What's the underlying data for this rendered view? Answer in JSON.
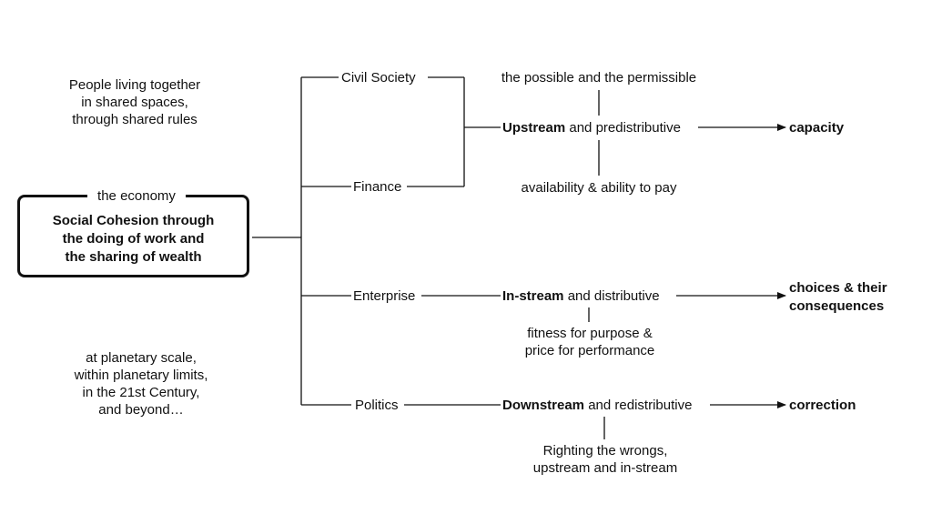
{
  "context": {
    "top": [
      "People living together",
      "in shared spaces,",
      "through shared rules"
    ],
    "bottom": [
      "at planetary scale,",
      "within planetary limits,",
      "in the 21st Century,",
      "and beyond…"
    ]
  },
  "economy_box": {
    "label": "the economy",
    "lines": [
      "Social Cohesion through",
      "the doing of work and",
      "the sharing of wealth"
    ]
  },
  "branches": {
    "civil_society": "Civil Society",
    "finance": "Finance",
    "enterprise": "Enterprise",
    "politics": "Politics"
  },
  "streams": {
    "upstream": {
      "bold": "Upstream",
      "rest": "and predistributive",
      "above": "the possible and the permissible",
      "below": "availability & ability to pay",
      "outcome": "capacity"
    },
    "instream": {
      "bold": "In-stream",
      "rest": "and distributive",
      "below": [
        "fitness for purpose &",
        "price for performance"
      ],
      "outcome": [
        "choices & their",
        "consequences"
      ]
    },
    "downstream": {
      "bold": "Downstream",
      "rest": "and redistributive",
      "below": [
        "Righting the wrongs,",
        "upstream and in-stream"
      ],
      "outcome": "correction"
    }
  }
}
